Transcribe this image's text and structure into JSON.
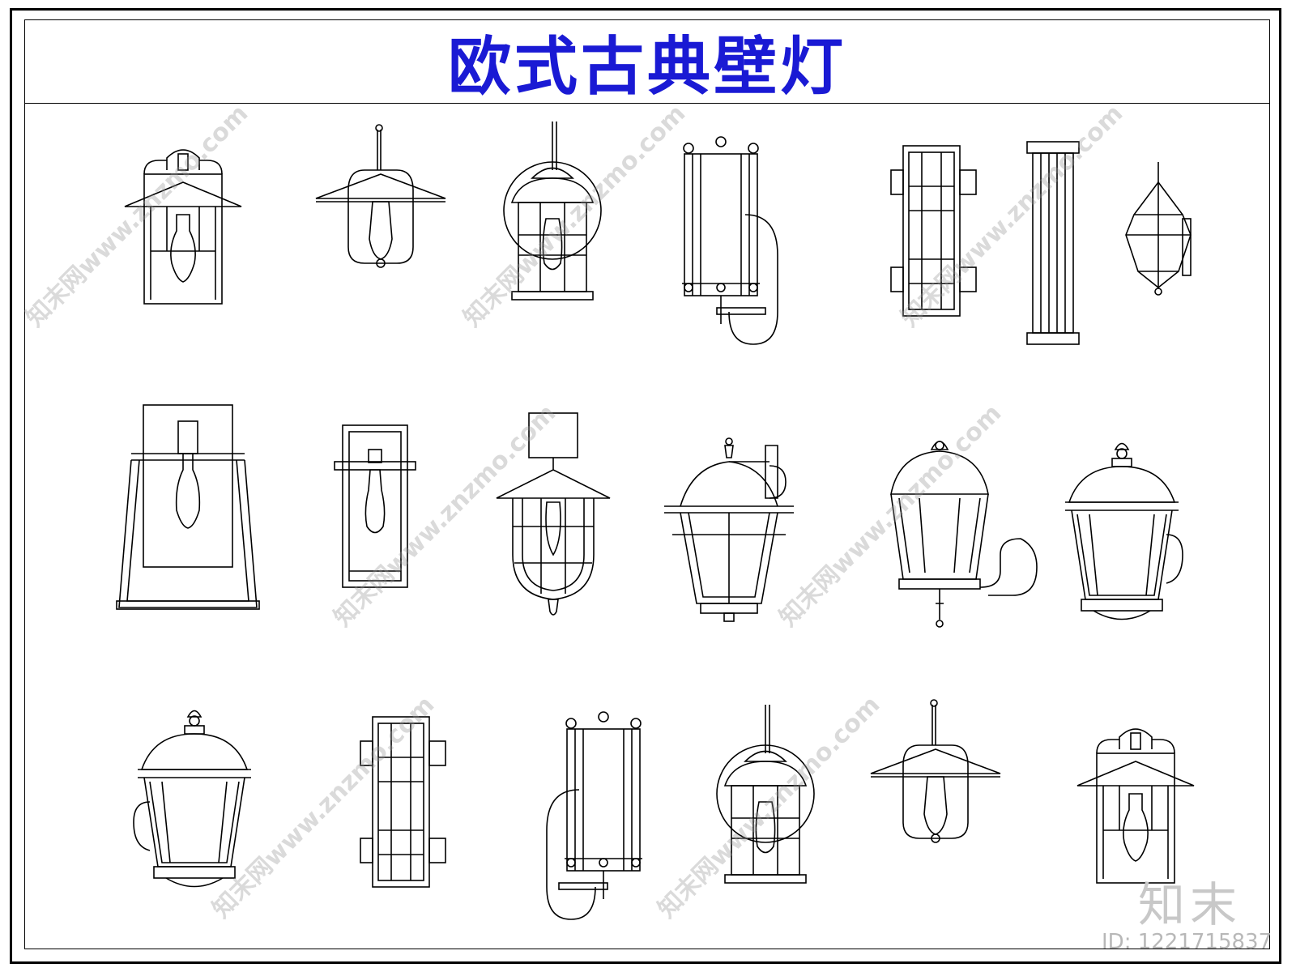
{
  "sheet": {
    "title": "欧式古典壁灯",
    "title_color": "#1a1ad4",
    "line_color": "#000000"
  },
  "watermark": {
    "site_text": "知末网www.znzmo.com",
    "brand_text": "知末",
    "id_text": "ID: 1221715837"
  },
  "lamps": [
    {
      "name": "hood-lantern-with-bulb"
    },
    {
      "name": "swan-arm-saucer-pendant"
    },
    {
      "name": "round-plate-cage-lantern"
    },
    {
      "name": "column-lantern-on-arm"
    },
    {
      "name": "lattice-bar-sconce"
    },
    {
      "name": "tall-slat-pillar-sconce"
    },
    {
      "name": "diamond-spire-lantern"
    },
    {
      "name": "trapezoid-frame-bulb-lamp"
    },
    {
      "name": "rectangular-frame-bulb-lamp"
    },
    {
      "name": "nautical-cage-hood-lamp"
    },
    {
      "name": "carriage-lantern-bracket"
    },
    {
      "name": "hexagonal-lantern-arm"
    },
    {
      "name": "dome-roof-lantern"
    },
    {
      "name": "dome-roof-lantern-mirrored"
    },
    {
      "name": "lattice-column-sconce"
    },
    {
      "name": "column-lantern-on-arm-2"
    },
    {
      "name": "round-plate-cage-lantern-2"
    },
    {
      "name": "swan-arm-saucer-pendant-2"
    },
    {
      "name": "hood-lantern-with-bulb-2"
    }
  ]
}
